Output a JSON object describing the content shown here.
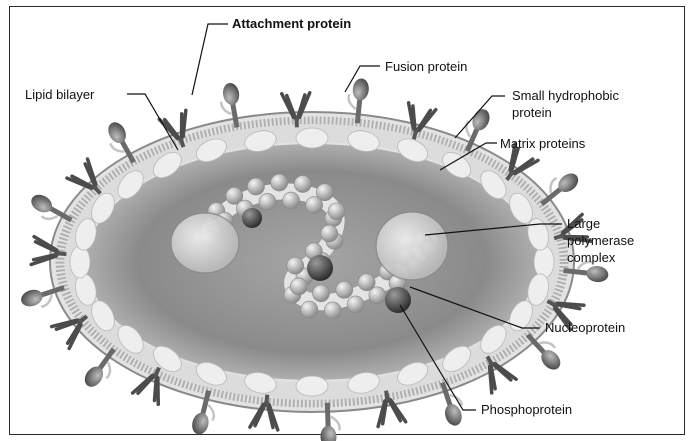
{
  "labels": {
    "attachment_protein": "Attachment protein",
    "fusion_protein": "Fusion protein",
    "lipid_bilayer": "Lipid bilayer",
    "small_hydrophobic_protein_line1": "Small hydrophobic",
    "small_hydrophobic_protein_line2": "protein",
    "matrix_proteins": "Matrix proteins",
    "large_polymerase_line1": "Large",
    "large_polymerase_line2": "polymerase",
    "large_polymerase_line3": "complex",
    "nucleoprotein": "Nucleoprotein",
    "phosphoprotein": "Phosphoprotein"
  },
  "colors": {
    "background": "#ffffff",
    "virion_interior": "#8f8f8f",
    "membrane": "#cfcfcf",
    "protein_dark": "#5a5a5a",
    "nucleocapsid": "#d9d9d9",
    "leader_line": "#111111"
  }
}
